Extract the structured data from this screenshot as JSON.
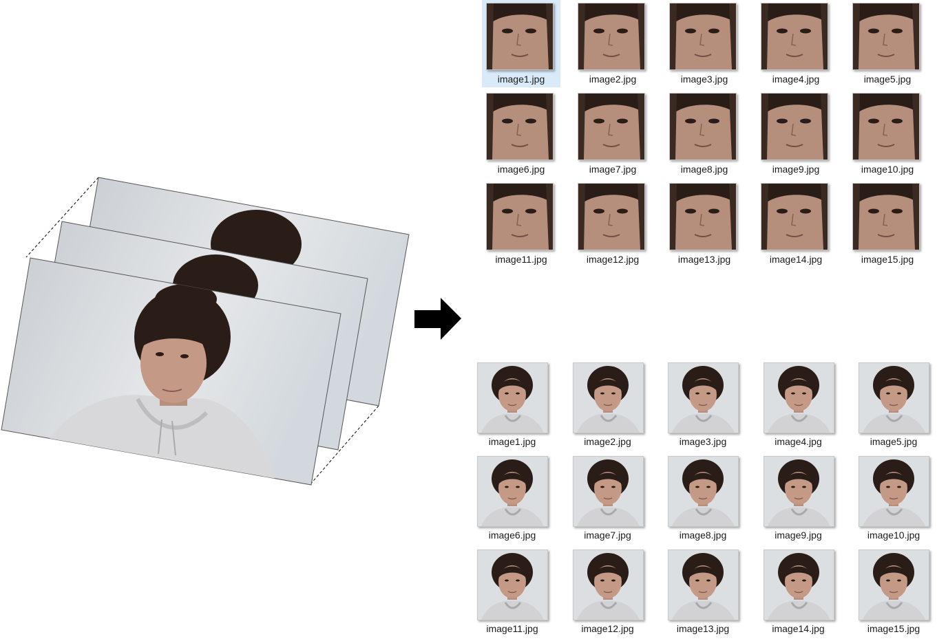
{
  "face_crops": {
    "files": [
      "image1.jpg",
      "image2.jpg",
      "image3.jpg",
      "image4.jpg",
      "image5.jpg",
      "image6.jpg",
      "image7.jpg",
      "image8.jpg",
      "image9.jpg",
      "image10.jpg",
      "image11.jpg",
      "image12.jpg",
      "image13.jpg",
      "image14.jpg",
      "image15.jpg"
    ],
    "selected": "image1.jpg"
  },
  "portrait_crops": {
    "files": [
      "image1.jpg",
      "image2.jpg",
      "image3.jpg",
      "image4.jpg",
      "image5.jpg",
      "image6.jpg",
      "image7.jpg",
      "image8.jpg",
      "image9.jpg",
      "image10.jpg",
      "image11.jpg",
      "image12.jpg",
      "image13.jpg",
      "image14.jpg",
      "image15.jpg"
    ]
  },
  "colors": {
    "selection": "#d9ebf9",
    "arrow": "#000000",
    "frame_bg": "#e4e6e8",
    "hair": "#2a1c16",
    "skin": "#c49a86",
    "hoodie": "#dcdcdc"
  },
  "icons": {
    "arrow": "right-arrow-icon"
  }
}
